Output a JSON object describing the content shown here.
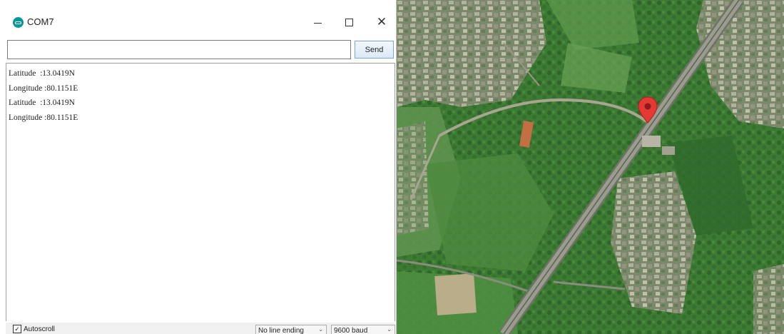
{
  "window": {
    "title": "COM7",
    "icon": "arduino-icon",
    "controls": {
      "minimize": "minimize-icon",
      "maximize": "maximize-icon",
      "close": "close-icon"
    }
  },
  "send_row": {
    "input_value": "",
    "send_label": "Send"
  },
  "output": {
    "lines": [
      "Latitude  :13.0419N",
      "Longitude :80.1151E",
      "Latitude  :13.0419N",
      "Longitude :80.1151E"
    ]
  },
  "footer": {
    "autoscroll_label": "Autoscroll",
    "autoscroll_checked": true,
    "line_ending": "No line ending",
    "baud_rate": "9600 baud"
  },
  "map": {
    "marker_icon": "map-pin-icon",
    "marker_color": "#e53935",
    "vegetation_color": "#3f7a35",
    "road_color": "#8a8d7e"
  }
}
